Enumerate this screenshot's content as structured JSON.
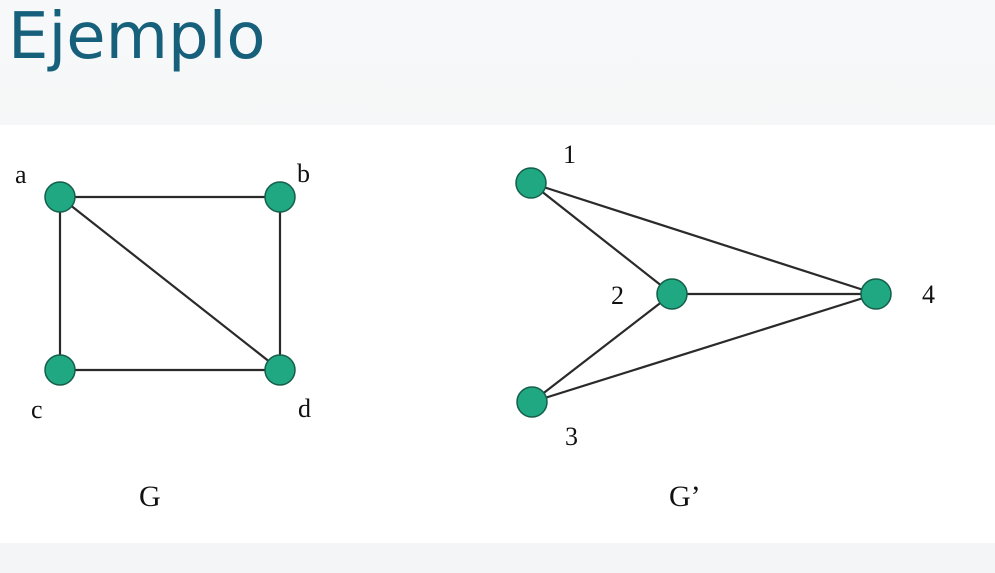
{
  "slide": {
    "title": "Ejemplo"
  },
  "colors": {
    "title": "#17607c",
    "node_fill": "#1fa882",
    "node_stroke": "#145e4a",
    "edge": "#2a2a2a"
  },
  "graphs": [
    {
      "id": "G",
      "caption": "G",
      "nodes": [
        "a",
        "b",
        "c",
        "d"
      ],
      "edges": [
        [
          "a",
          "b"
        ],
        [
          "a",
          "c"
        ],
        [
          "a",
          "d"
        ],
        [
          "b",
          "d"
        ],
        [
          "c",
          "d"
        ]
      ]
    },
    {
      "id": "Gprime",
      "caption": "G’",
      "nodes": [
        "1",
        "2",
        "3",
        "4"
      ],
      "edges": [
        [
          "1",
          "2"
        ],
        [
          "1",
          "4"
        ],
        [
          "2",
          "4"
        ],
        [
          "2",
          "3"
        ],
        [
          "3",
          "4"
        ]
      ]
    }
  ]
}
